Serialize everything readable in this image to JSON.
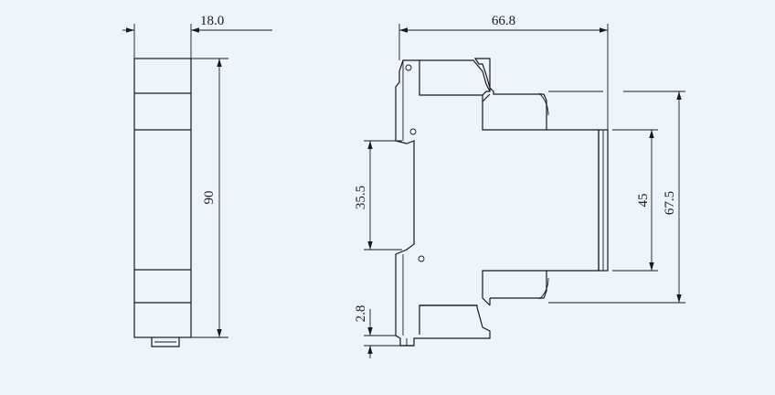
{
  "diagram": {
    "background": "#eef4fb",
    "stroke": "#1a1a1a",
    "front_view": {
      "width_label": "18.0",
      "height_label": "90"
    },
    "side_view": {
      "depth_label": "66.8",
      "rail_label": "35.5",
      "foot_label": "2.8",
      "inner_height_label": "45",
      "outer_height_label": "67.5"
    }
  }
}
